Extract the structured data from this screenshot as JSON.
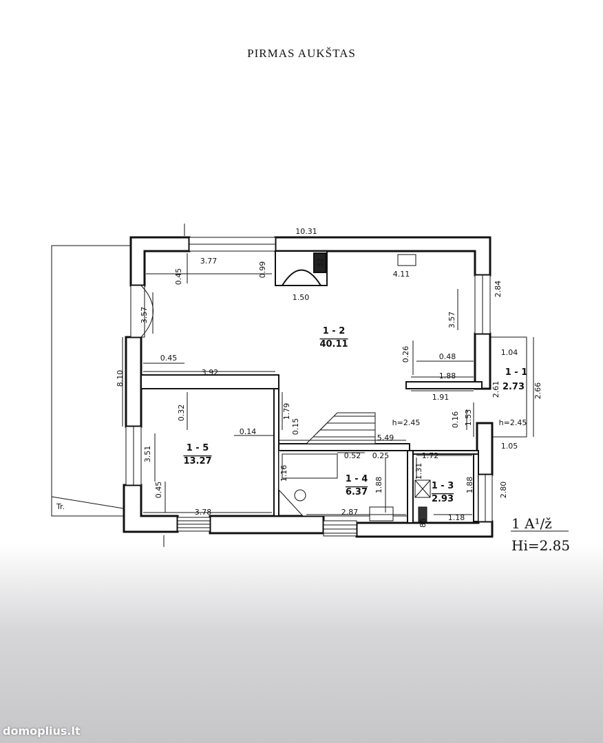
{
  "title": "PIRMAS AUKŠTAS",
  "rooms": {
    "r2": {
      "id": "1 - 2",
      "area": "40.11"
    },
    "r5": {
      "id": "1 - 5",
      "area": "13.27"
    },
    "r4": {
      "id": "1 - 4",
      "area": "6.37"
    },
    "r3": {
      "id": "1 - 3",
      "area": "2.93"
    },
    "r1": {
      "id": "1 - 1",
      "area": "2.73"
    }
  },
  "dimensions": {
    "d1031": "10.31",
    "d377": "3.77",
    "d045a": "0.45",
    "d099": "0.99",
    "d150": "1.50",
    "d411": "4.11",
    "d284": "2.84",
    "d357a": "3.57",
    "d357b": "3.57",
    "d810": "8.10",
    "d045b": "0.45",
    "d392": "3.92",
    "d026": "0.26",
    "d048": "0.48",
    "d188a": "1.88",
    "d104": "1.04",
    "d191": "1.91",
    "d261": "2.61",
    "d266": "2.66",
    "d032": "0.32",
    "d179": "1.79",
    "d015": "0.15",
    "d014": "0.14",
    "d245a": "h=2.45",
    "d016": "0.16",
    "d153": "1.53",
    "d245b": "h=2.45",
    "d549": "5.49",
    "d105": "1.05",
    "d351": "3.51",
    "d052": "0.52",
    "d025": "0.25",
    "d172": "1.72",
    "d116": "1.16",
    "d131": "1.31",
    "d188b": "1.88",
    "d188c": "1.88",
    "d280": "2.80",
    "d045c": "0.45",
    "d378": "3.78",
    "d287": "2.87",
    "d118": "1.18",
    "d32": "32",
    "d85": "85"
  },
  "terrace_label": "Tr.",
  "legend": {
    "line1": "1 A¹/ž",
    "line2": "Hi=2.85"
  },
  "watermark": "domoplius.lt"
}
